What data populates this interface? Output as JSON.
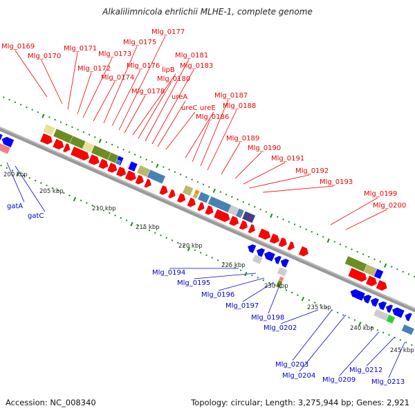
{
  "title": "Alkalilimnicola ehrlichii MLHE-1, complete genome",
  "footer": {
    "accession": "Accession: NC_008340",
    "summary": "Topology: circular; Length: 3,275,944 bp; Genes: 2,921"
  },
  "colors": {
    "forward_label": "#e00000",
    "reverse_label": "#0000cc",
    "backbone": "#999999",
    "tick": "#1a8a1a"
  },
  "kbp_ticks": [
    "200 kbp",
    "205 kbp",
    "210 kbp",
    "215 kbp",
    "220 kbp",
    "225 kbp",
    "230 kbp",
    "235 kbp",
    "240 kbp",
    "245 kbp"
  ],
  "forward_labels": [
    "Mlg_0169",
    "Mlg_0170",
    "Mlg_0171",
    "Mlg_0172",
    "Mlg_0173",
    "Mlg_0174",
    "Mlg_0175",
    "Mlg_0176",
    "Mlg_0177",
    "Mlg_0178",
    "lipB",
    "Mlg_0180",
    "Mlg_0181",
    "Mlg_0183",
    "ureA",
    "ureC",
    "ureE",
    "Mlg_0186",
    "Mlg_0187",
    "Mlg_0188",
    "Mlg_0189",
    "Mlg_0190",
    "Mlg_0191",
    "Mlg_0192",
    "Mlg_0193",
    "Mlg_0199",
    "Mlg_0200"
  ],
  "reverse_labels": [
    "gatA",
    "gatC",
    "Mlg_0194",
    "Mlg_0195",
    "Mlg_0196",
    "Mlg_0197",
    "Mlg_0198",
    "Mlg_0202",
    "Mlg_0203",
    "Mlg_0204",
    "Mlg_0209",
    "Mlg_0212",
    "Mlg_0213"
  ]
}
